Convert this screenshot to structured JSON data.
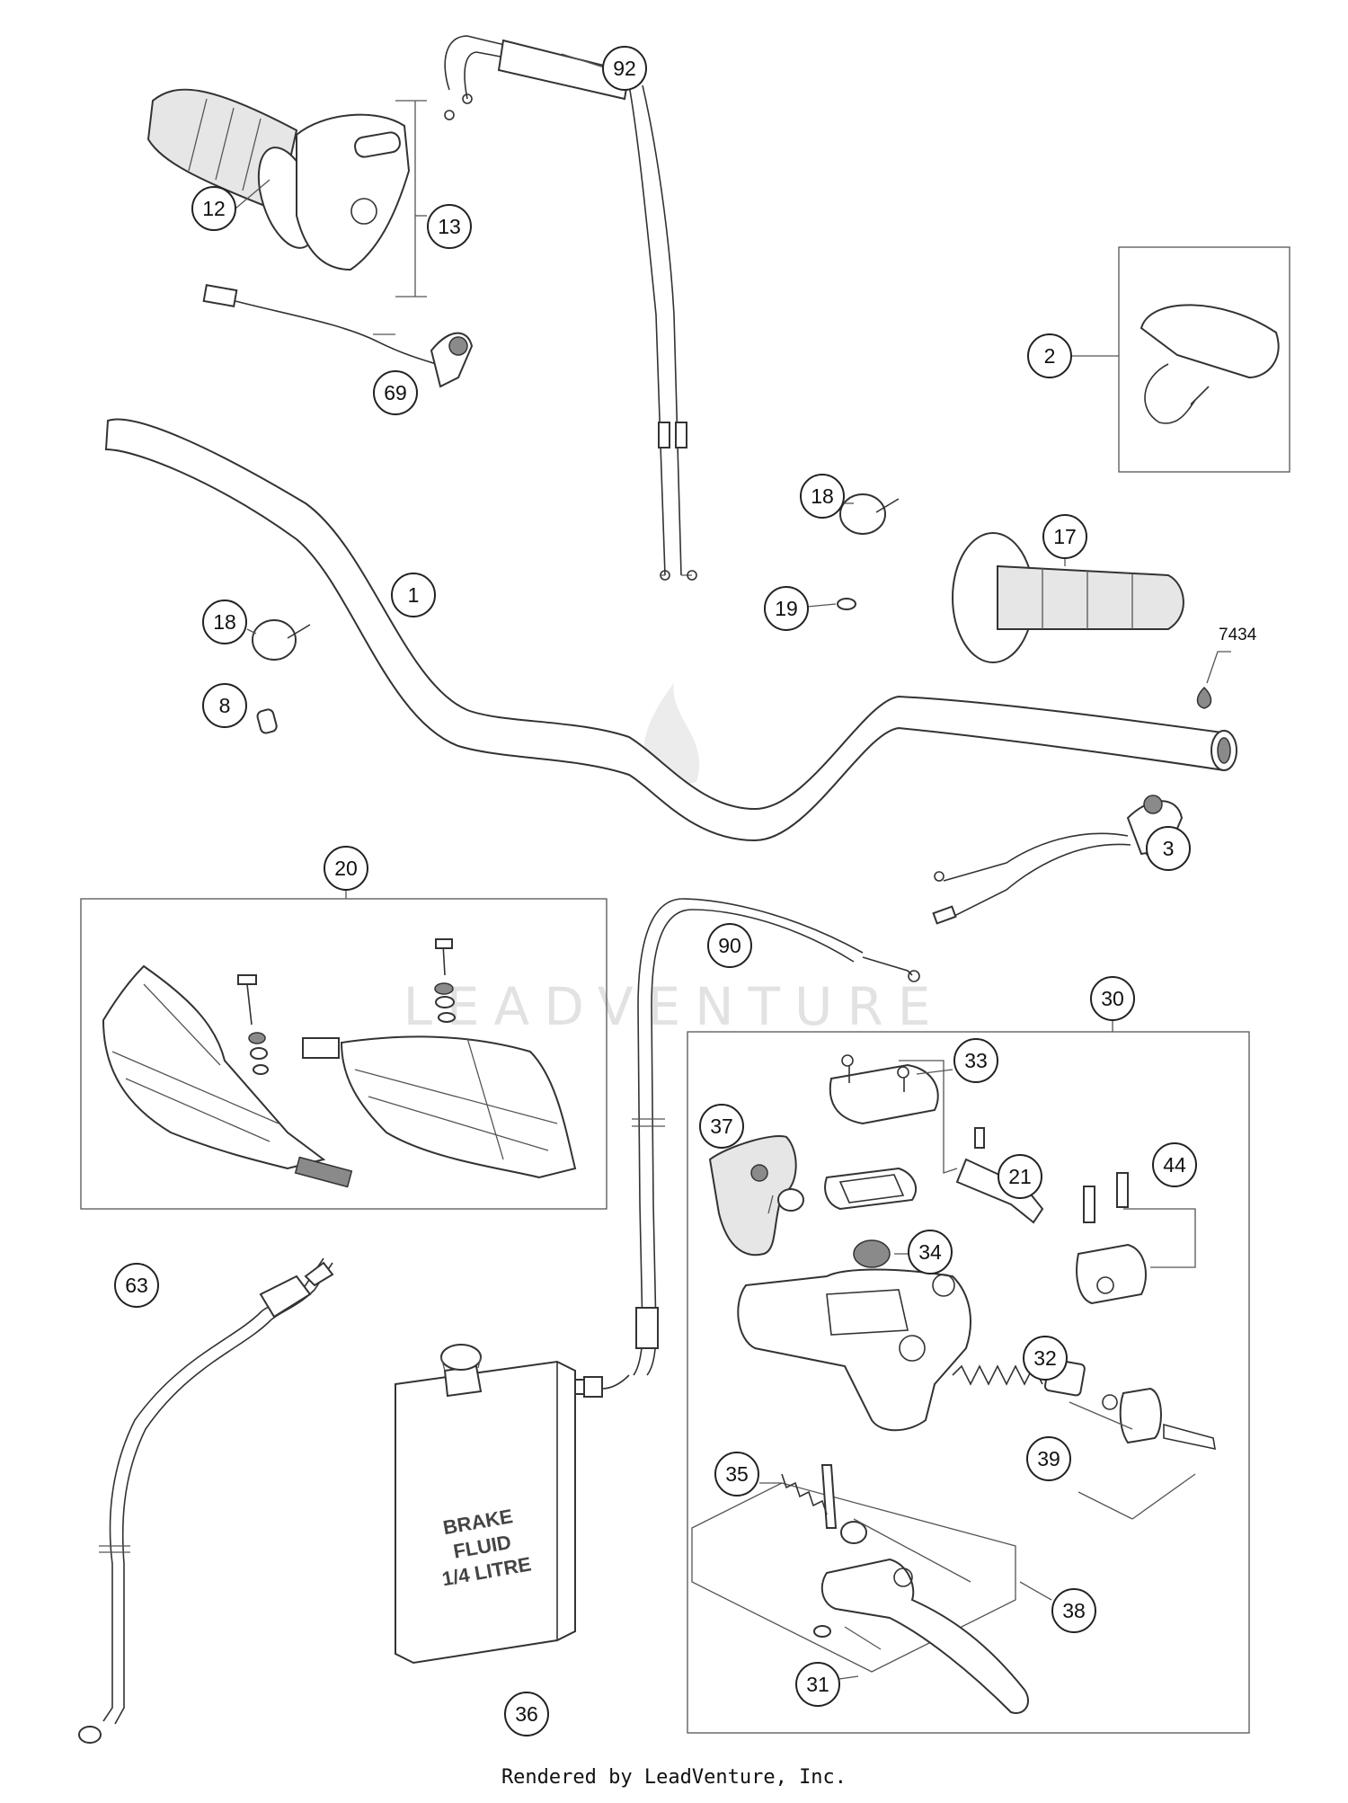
{
  "watermark": "LEADVENTURE",
  "footer": "Rendered by LeadVenture, Inc.",
  "container_label": "BRAKE\nFLUID\n1/4 LITRE",
  "callouts": [
    {
      "id": "92",
      "label": "92"
    },
    {
      "id": "12",
      "label": "12"
    },
    {
      "id": "13",
      "label": "13"
    },
    {
      "id": "2",
      "label": "2"
    },
    {
      "id": "69",
      "label": "69"
    },
    {
      "id": "18a",
      "label": "18"
    },
    {
      "id": "17",
      "label": "17"
    },
    {
      "id": "1",
      "label": "1"
    },
    {
      "id": "19",
      "label": "19"
    },
    {
      "id": "18b",
      "label": "18"
    },
    {
      "id": "8",
      "label": "8"
    },
    {
      "id": "3",
      "label": "3"
    },
    {
      "id": "20",
      "label": "20"
    },
    {
      "id": "90",
      "label": "90"
    },
    {
      "id": "30",
      "label": "30"
    },
    {
      "id": "33",
      "label": "33"
    },
    {
      "id": "37",
      "label": "37"
    },
    {
      "id": "21",
      "label": "21"
    },
    {
      "id": "44",
      "label": "44"
    },
    {
      "id": "34",
      "label": "34"
    },
    {
      "id": "63",
      "label": "63"
    },
    {
      "id": "32",
      "label": "32"
    },
    {
      "id": "39",
      "label": "39"
    },
    {
      "id": "35",
      "label": "35"
    },
    {
      "id": "38",
      "label": "38"
    },
    {
      "id": "31",
      "label": "31"
    },
    {
      "id": "36",
      "label": "36"
    }
  ],
  "plain_labels": [
    {
      "id": "7434",
      "label": "7434"
    }
  ]
}
